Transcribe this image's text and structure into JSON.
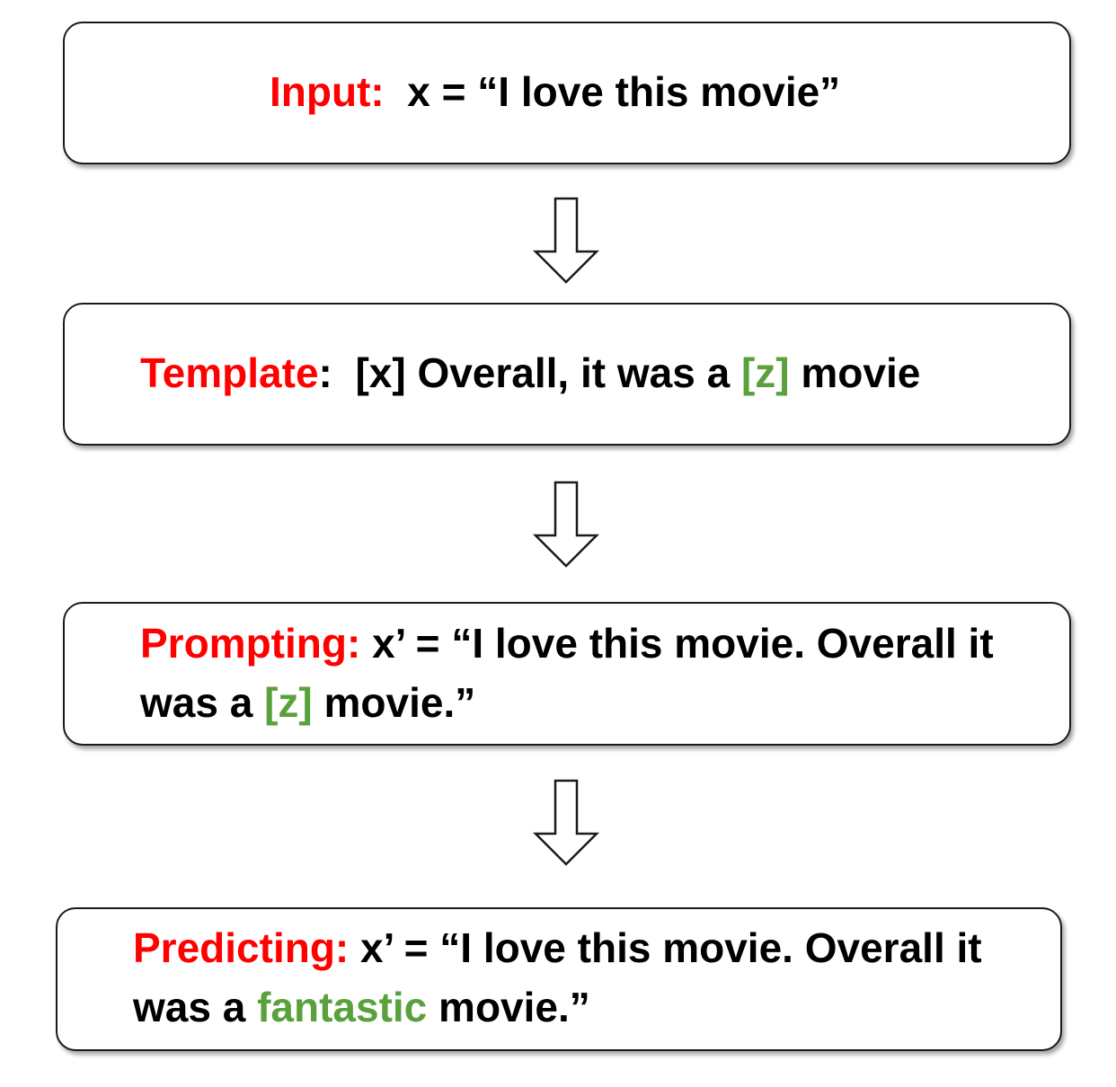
{
  "colors": {
    "label": "#ff0000",
    "slot": "#5aa03c",
    "text": "#000000",
    "border": "#1a1a1a"
  },
  "steps": [
    {
      "label": "Input:",
      "text": "x = “I love this movie”"
    },
    {
      "label": "Template",
      "colon": ":",
      "text_before": "[x] Overall, it was a",
      "slot": "[z]",
      "text_after": "movie"
    },
    {
      "label": "Prompting:",
      "line1_text": "x’ = “I love this movie. Overall it",
      "line2_before": "was a",
      "slot": "[z]",
      "line2_after": "movie.”"
    },
    {
      "label": "Predicting:",
      "line1_text": "x’ = “I love this movie. Overall it",
      "line2_before": "was a",
      "answer": "fantastic",
      "line2_after": "movie.”"
    }
  ],
  "arrow_icon": "down-arrow-icon"
}
